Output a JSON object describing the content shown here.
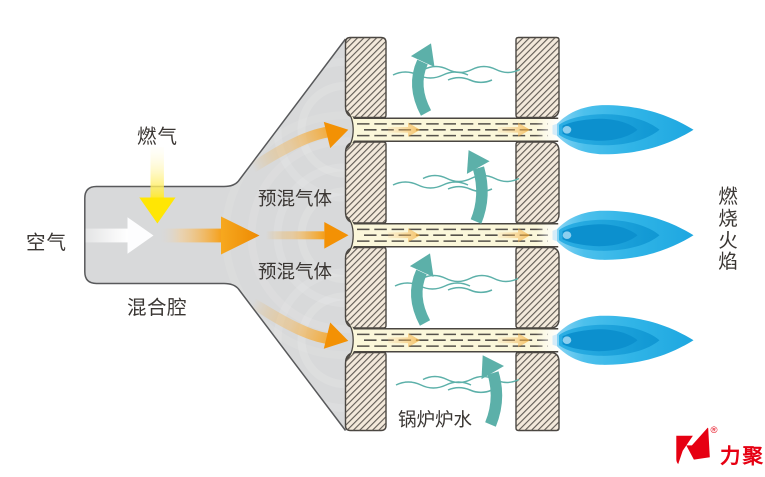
{
  "diagram": {
    "labels": {
      "air": "空气",
      "gas": "燃气",
      "mixing_chamber": "混合腔",
      "premixed_gas_top": "预混气体",
      "premixed_gas_bottom": "预混气体",
      "boiler_water": "锅炉炉水",
      "combustion_flame": "燃烧火焰"
    },
    "logo": {
      "brand": "力聚",
      "registered": "®"
    },
    "colors": {
      "chamber_gray": "#d8d9da",
      "wall_fill": "#f3e9db",
      "tube_fill": "#fbf7da",
      "air_arrow_white": "#ffffff",
      "gas_arrow_yellow": "#ffe604",
      "mixed_gas_orange": "#f39800",
      "water_teal": "#5cb0a9",
      "flame_blue_outer": "#3ab5e8",
      "flame_blue_mid": "#14a0da",
      "flame_blue_core": "#0c90ce",
      "logo_red": "#e60012",
      "label_text": "#3a3633"
    }
  }
}
